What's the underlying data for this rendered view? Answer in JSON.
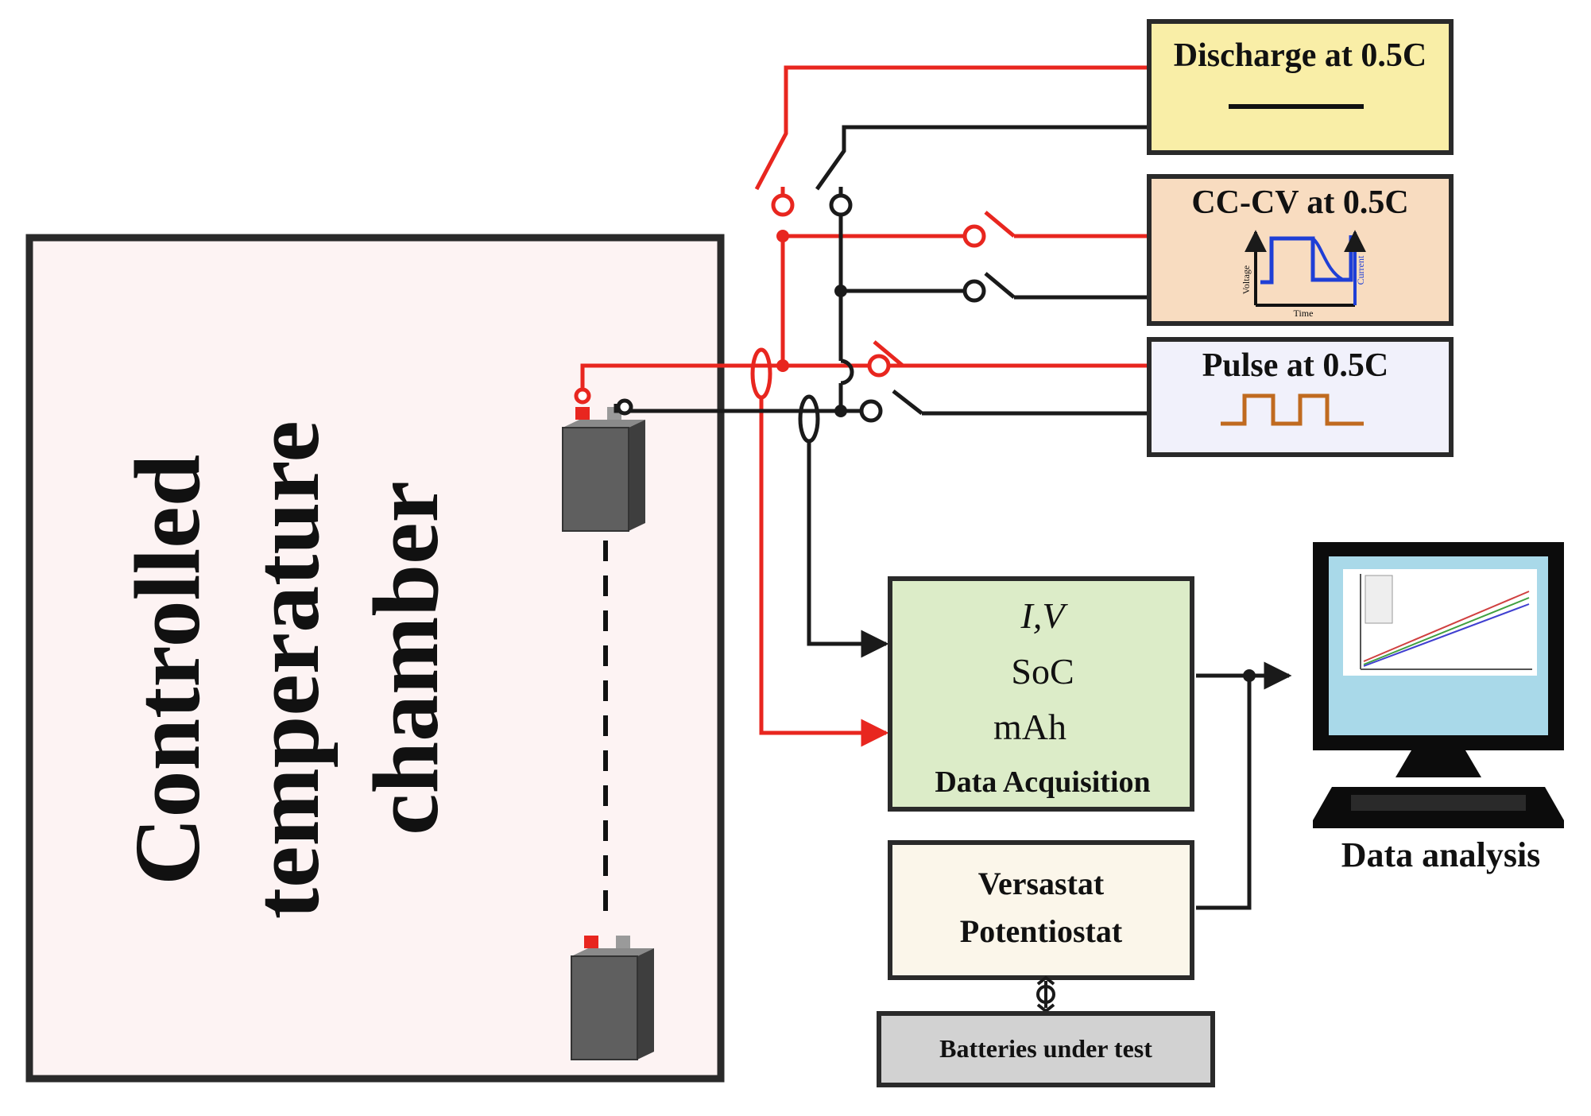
{
  "chamber": {
    "label_lines": [
      "Controlled",
      "temperature",
      "chamber"
    ],
    "fill": "#fdf3f3"
  },
  "modes": {
    "discharge": {
      "label": "Discharge at 0.5C",
      "fill": "#f9eea7"
    },
    "cccv": {
      "label": "CC-CV at 0.5C",
      "fill": "#f8dcc0",
      "inset": {
        "y_label": "Voltage",
        "x_label": "Time",
        "right_label": "Current"
      }
    },
    "pulse": {
      "label": "Pulse at 0.5C",
      "fill": "#f1f1fb",
      "wave_color": "#c06a1f"
    }
  },
  "acquisition": {
    "line1": "I,V",
    "line2": "SoC",
    "line3": "mAh",
    "title": "Data Acquisition",
    "fill": "#dcecc8"
  },
  "potentiostat": {
    "line1": "Versastat",
    "line2": "Potentiostat",
    "fill": "#fbf6ea"
  },
  "batteries_box": {
    "label": "Batteries under test",
    "fill": "#d2d2d2"
  },
  "computer": {
    "caption": "Data analysis",
    "screen_color": "#a9d9e9"
  },
  "colors": {
    "positive": "#e8261f",
    "negative": "#1a1a1a"
  }
}
